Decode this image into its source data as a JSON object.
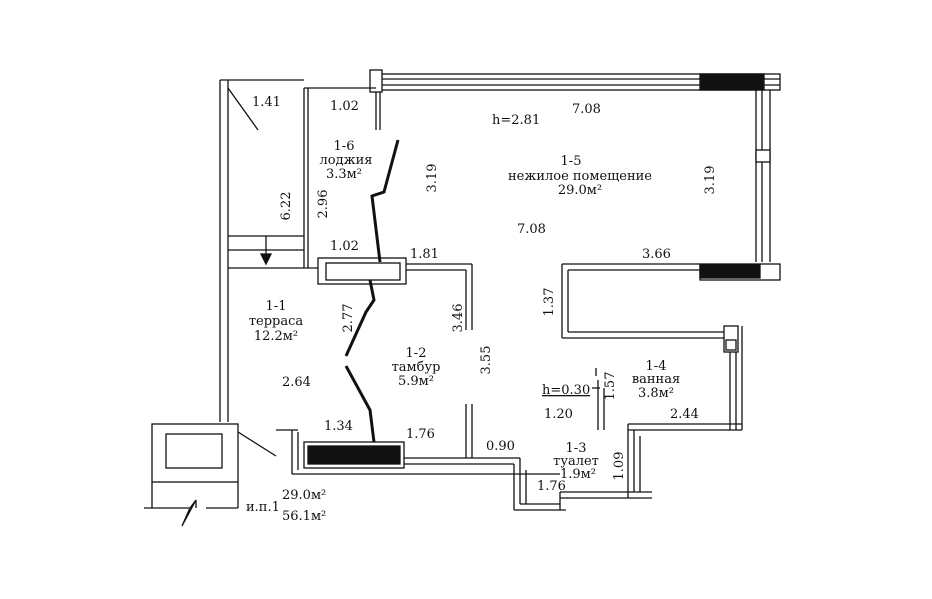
{
  "rooms": {
    "r15": {
      "num": "1-5",
      "name": "нежилое помещение",
      "area": "29.0м²"
    },
    "r16": {
      "num": "1-6",
      "name": "лоджия",
      "area": "3.3м²"
    },
    "r11": {
      "num": "1-1",
      "name": "терраса",
      "area": "12.2м²"
    },
    "r12": {
      "num": "1-2",
      "name": "тамбур",
      "area": "5.9м²"
    },
    "r14": {
      "num": "1-4",
      "name": "ванная",
      "area": "3.8м²"
    },
    "r13": {
      "num": "1-3",
      "name": "туалет",
      "area": "1.9м²"
    }
  },
  "heights": {
    "main": "h=2.81",
    "bath": "h=0.30"
  },
  "dims": {
    "d141": "1.41",
    "d102a": "1.02",
    "d708a": "7.08",
    "d622": "6.22",
    "d296": "2.96",
    "d319a": "3.19",
    "d319b": "3.19",
    "d708b": "7.08",
    "d102b": "1.02",
    "d181": "1.81",
    "d366": "3.66",
    "d277": "2.77",
    "d346": "3.46",
    "d137": "1.37",
    "d355": "3.55",
    "d264": "2.64",
    "d157": "1.57",
    "d120": "1.20",
    "d244": "2.44",
    "d134": "1.34",
    "d176a": "1.76",
    "d090": "0.90",
    "d109": "1.09",
    "d176b": "1.76"
  },
  "summary": {
    "label": "и.п.1",
    "area1": "29.0м²",
    "area2": "56.1м²"
  }
}
